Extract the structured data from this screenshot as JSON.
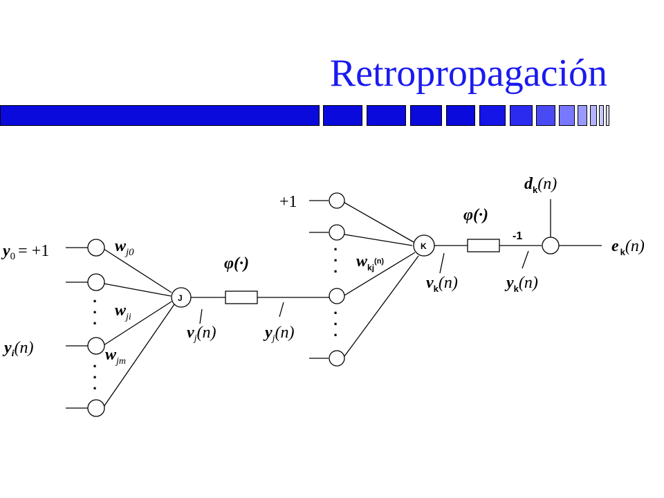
{
  "slide": {
    "title": "Retropropagación",
    "accent_color": "#1a1af0",
    "bar_colors": [
      "#0a0add",
      "#2b2bf0",
      "#7777ff",
      "#b3b3ff"
    ]
  },
  "diagram": {
    "nodes": {
      "hidden": "J",
      "output": "K"
    },
    "inputs": {
      "y0": "y",
      "y0_sub": "0",
      "y0_eq": "= +1",
      "yi": "y",
      "yi_sub": "i",
      "yi_arg": "(n)"
    },
    "weights": {
      "wj0": "w",
      "wj0_sub": "j0",
      "wji": "w",
      "wji_sub": "ji",
      "wjm": "w",
      "wjm_sub": "jm",
      "wkj": "w",
      "wkj_sub": "kj",
      "wkj_arg": "(n)"
    },
    "signals": {
      "phi": "φ(·)",
      "vj": "v",
      "vj_sub": "j",
      "vj_arg": "(n)",
      "yj": "y",
      "yj_sub": "j",
      "yj_arg": "(n)",
      "vk": "v",
      "vk_sub": "k",
      "vk_arg": "(n)",
      "yk": "y",
      "yk_sub": "k",
      "yk_arg": "(n)",
      "dk": "d",
      "dk_sub": "k",
      "dk_arg": "(n)",
      "ek": "e",
      "ek_sub": "k",
      "ek_arg": "(n)",
      "minus_one": "-1",
      "plus_one": "+1"
    },
    "ellipsis": "·"
  }
}
